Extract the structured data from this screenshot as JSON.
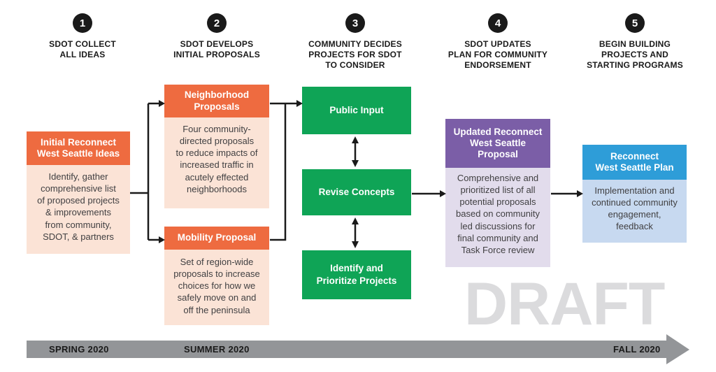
{
  "steps": [
    {
      "number": "1",
      "label": "SDOT COLLECT\nALL IDEAS"
    },
    {
      "number": "2",
      "label": "SDOT DEVELOPS\nINITIAL PROPOSALS"
    },
    {
      "number": "3",
      "label": "COMMUNITY DECIDES\nPROJECTS FOR SDOT\nTO CONSIDER"
    },
    {
      "number": "4",
      "label": "SDOT UPDATES\nPLAN FOR COMMUNITY\nENDORSEMENT"
    },
    {
      "number": "5",
      "label": "BEGIN BUILDING\nPROJECTS AND\nSTARTING PROGRAMS"
    }
  ],
  "boxes": {
    "initial_ideas": {
      "title": "Initial Reconnect\nWest Seattle Ideas",
      "body": "Identify, gather\ncomprehensive list\nof proposed projects\n& improvements\nfrom community,\nSDOT, & partners"
    },
    "neighborhood": {
      "title": "Neighborhood\nProposals",
      "body": "Four community-\ndirected proposals\nto reduce impacts of\nincreased traffic in\nacutely effected\nneighborhoods"
    },
    "mobility": {
      "title": "Mobility Proposal",
      "body": "Set of region-wide\nproposals to increase\nchoices for how we\nsafely move on and\noff the peninsula"
    },
    "public_input": {
      "title": "Public Input"
    },
    "revise_concepts": {
      "title": "Revise Concepts"
    },
    "identify_prioritize": {
      "title": "Identify and\nPrioritize Projects"
    },
    "updated_proposal": {
      "title": "Updated Reconnect\nWest Seattle\nProposal",
      "body": "Comprehensive and\nprioritized list of all\npotential proposals\nbased on community\nled discussions for\nfinal community and\nTask Force review"
    },
    "plan": {
      "title": "Reconnect\nWest Seattle Plan",
      "body": "Implementation and\ncontinued community\nengagement,\nfeedback"
    }
  },
  "timeline": {
    "labels": [
      "SPRING 2020",
      "SUMMER 2020",
      "FALL 2020"
    ]
  },
  "watermark": "DRAFT",
  "colors": {
    "orange": "#EE6B40",
    "peach": "#FBE3D6",
    "green": "#0FA456",
    "purple": "#7B5EA7",
    "lavender": "#E2DCEC",
    "blue": "#2E9DD8",
    "lightblue": "#C7D9F0",
    "timeline_gray": "#939598",
    "draft_gray": "#DBDBDD",
    "ink": "#1A1A1A",
    "ink_soft": "#414042"
  }
}
